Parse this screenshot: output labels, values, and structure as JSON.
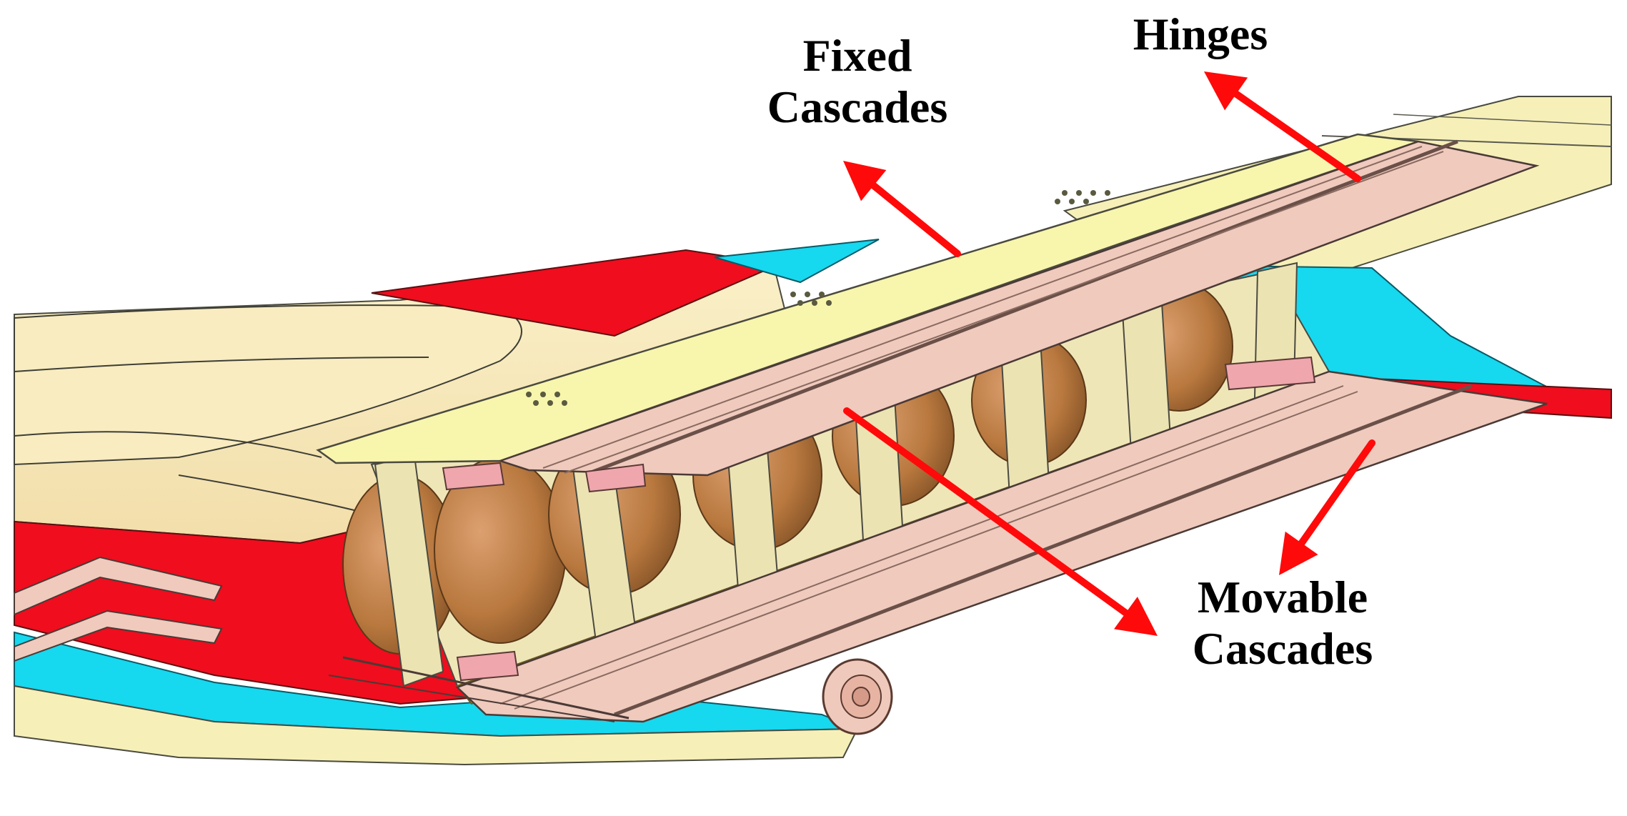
{
  "labels": {
    "fixed_cascades": {
      "line1": "Fixed",
      "line2": "Cascades"
    },
    "hinges": {
      "line1": "Hinges"
    },
    "movable_cascades": {
      "line1": "Movable",
      "line2": "Cascades"
    }
  },
  "colors": {
    "arrow": "#ff0a0a",
    "wing_skin": "#f6f0b8",
    "cream_surface": "#f7e7b4",
    "red_surface": "#f00d1e",
    "cyan_surface": "#16d8ef",
    "panel_yellow": "#f8f5ad",
    "panel_pink": "#efcabd",
    "fan_bronze": "#b8783e",
    "frame": "#ece3b2",
    "bracket_pink": "#f0a6ad"
  }
}
